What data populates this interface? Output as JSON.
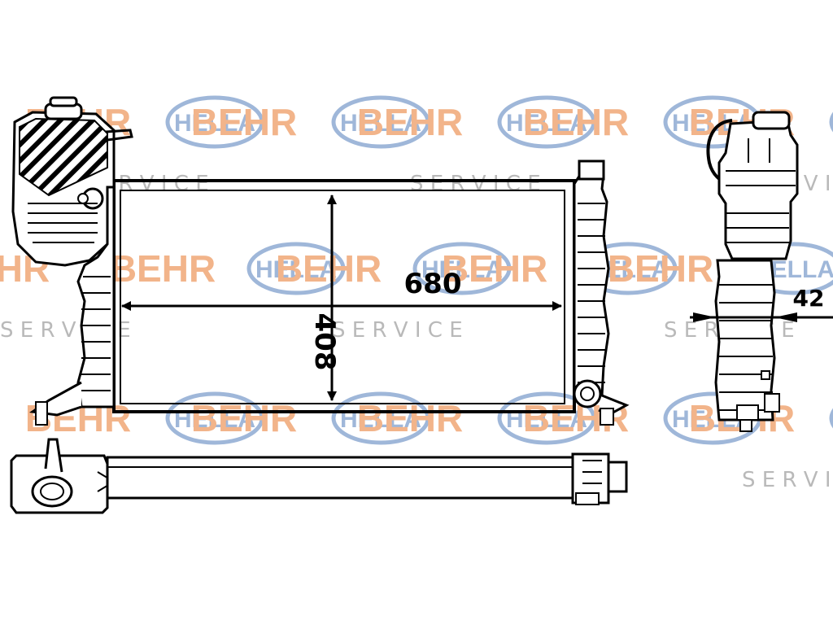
{
  "watermark": {
    "behr": "BEHR",
    "hella": "HELLA",
    "service": "S E R V I C E",
    "behr_color": "#f2b48a",
    "hella_color": "#9fb7d9",
    "service_color": "#b9b9b9"
  },
  "dimensions": {
    "width": "680",
    "height": "408",
    "depth": "42"
  },
  "colors": {
    "line": "#000000"
  }
}
